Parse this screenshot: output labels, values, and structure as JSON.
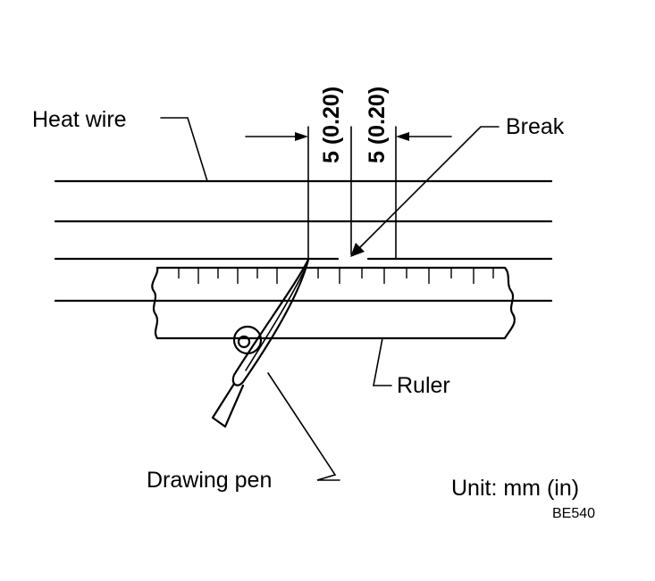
{
  "labels": {
    "heat_wire": "Heat wire",
    "break": "Break",
    "ruler": "Ruler",
    "drawing_pen": "Drawing pen",
    "unit": "Unit: mm (in)",
    "figure_code": "BE540"
  },
  "dimensions": [
    {
      "text": "5 (0.20)"
    },
    {
      "text": "5 (0.20)"
    }
  ]
}
